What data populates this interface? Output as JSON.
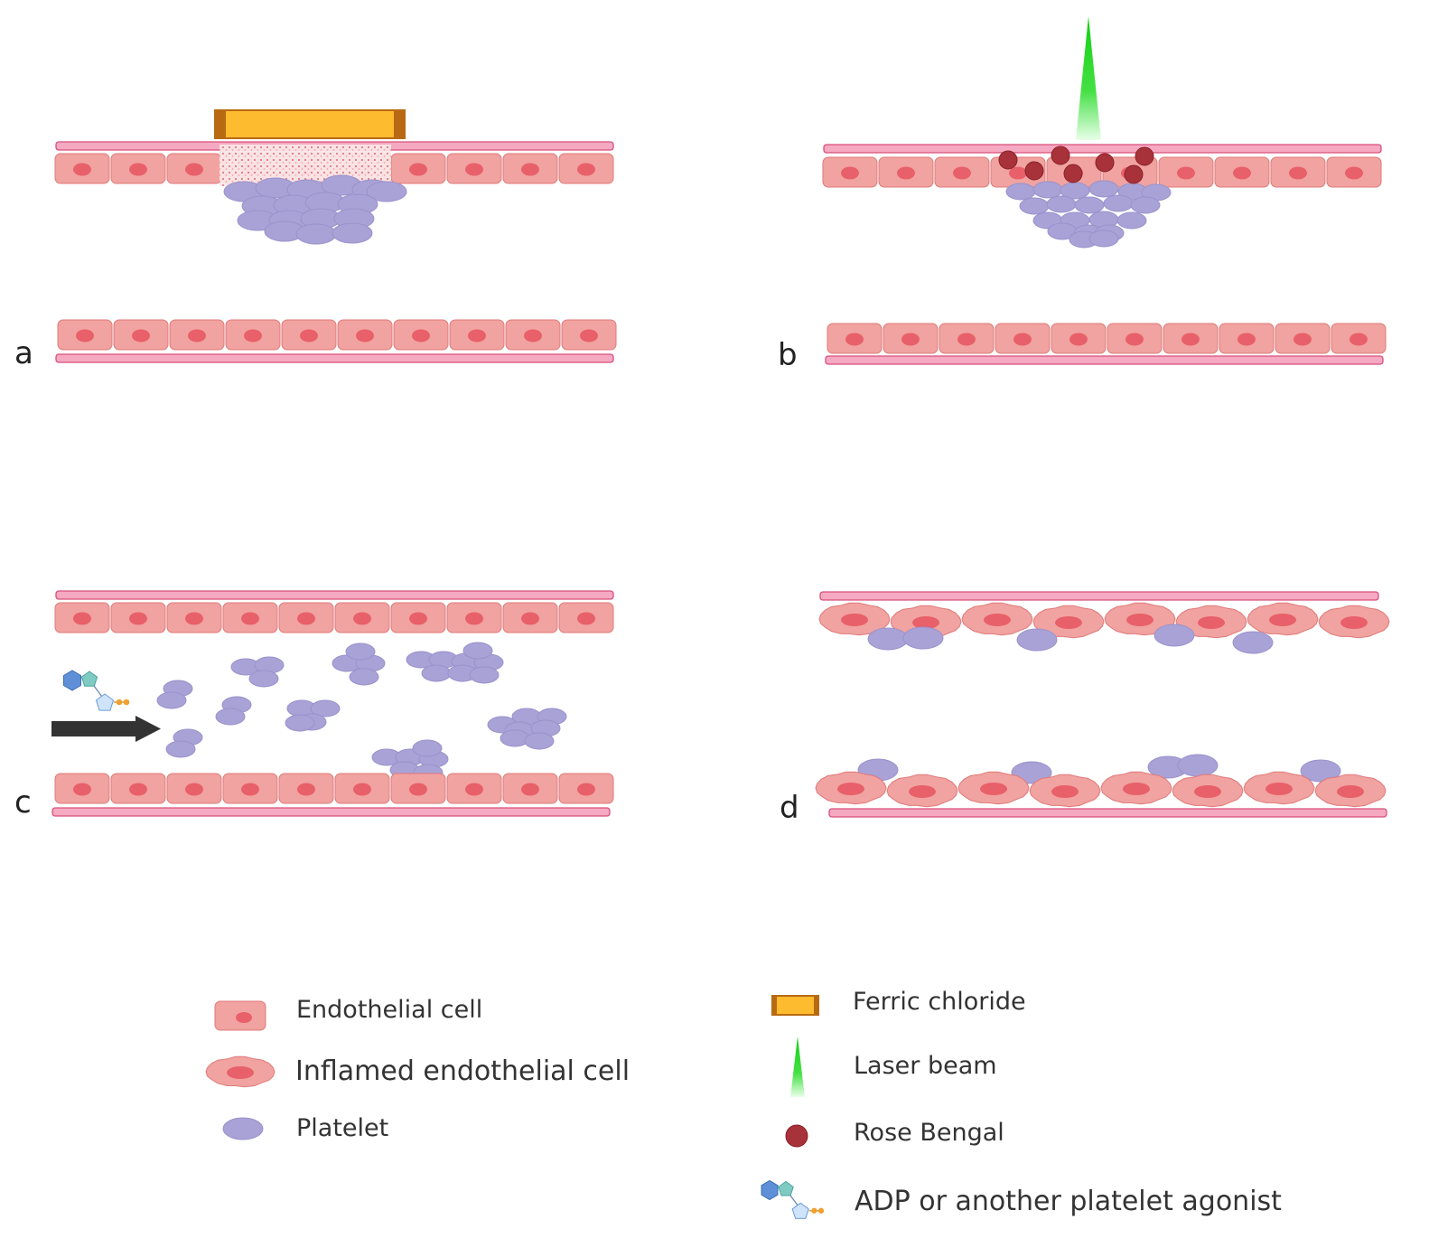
{
  "panels": {
    "a": "a",
    "b": "b",
    "c": "c",
    "d": "d"
  },
  "legend": {
    "endothelial": "Endothelial cell",
    "inflamed": "Inflamed endothelial cell",
    "platelet": "Platelet",
    "ferric": "Ferric chloride",
    "laser": "Laser beam",
    "rose": "Rose Bengal",
    "agonist": "ADP or another platelet agonist"
  },
  "colors": {
    "cell": "#f0a3a0",
    "cell_edge": "#e07a7a",
    "nucleus": "#e8606a",
    "membrane": "#f6a9c2",
    "membrane_edge": "#d8507a",
    "platelet": "#a9a2d6",
    "platelet_edge": "#9a92cc",
    "ferric": "#fdbb2f",
    "ferric_edge": "#b86a12",
    "laser": "#1ed81e",
    "rose": "#a8323a",
    "arrow": "#333333"
  }
}
